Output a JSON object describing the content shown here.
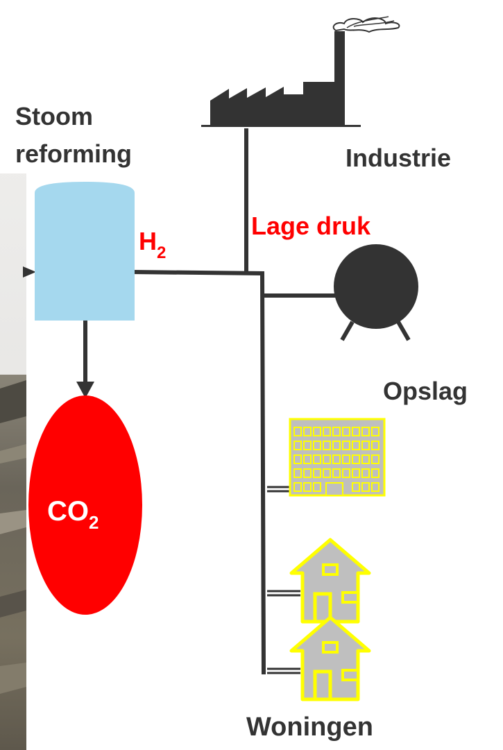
{
  "labels": {
    "steam_reforming_line1": "Stoom",
    "steam_reforming_line2": "reforming",
    "industry": "Industrie",
    "low_pressure": "Lage druk",
    "h2_base": "H",
    "h2_sub": "2",
    "storage": "Opslag",
    "co2_base": "CO",
    "co2_sub": "2",
    "homes": "Woningen"
  },
  "colors": {
    "reformer_tank": "#a5d8ee",
    "co2_tank": "#ff0000",
    "pipes": "#333333",
    "buildings_fill": "#bfbfbf",
    "buildings_outline": "#ffff00",
    "accent_text": "#ff0000",
    "label_text": "#333333",
    "background_photo": "#6f6a5e"
  },
  "icons": {
    "factory": "factory-icon",
    "storage": "storage-tank-icon",
    "apartment": "apartment-building-icon",
    "house": "house-icon"
  }
}
